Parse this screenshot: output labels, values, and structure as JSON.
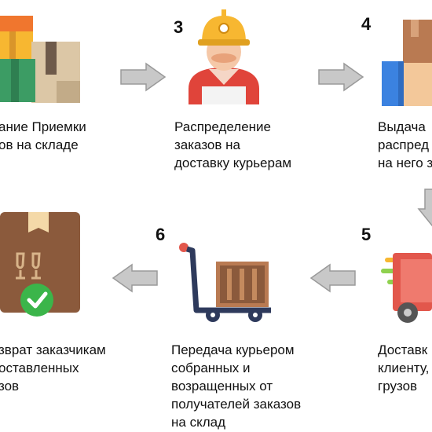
{
  "steps": [
    {
      "number": "",
      "lines": [
        "ание Приемки",
        "ов на складе"
      ],
      "icon": "boxes-stack-icon"
    },
    {
      "number": "3",
      "lines": [
        "Распределение",
        "заказов на",
        "доставку курьерам"
      ],
      "icon": "courier-worker-icon"
    },
    {
      "number": "4",
      "lines": [
        "Выдача",
        "распред",
        "на него з"
      ],
      "icon": "handover-box-icon"
    },
    {
      "number": "5",
      "lines": [
        "Доставк",
        "клиенту,",
        "грузов"
      ],
      "icon": "delivery-truck-icon"
    },
    {
      "number": "6",
      "lines": [
        "Передача курьером",
        "собранных и",
        "возращенных от",
        "получателей заказов",
        "на склад"
      ],
      "icon": "hand-cart-icon"
    },
    {
      "number": "",
      "lines": [
        "зврат заказчикам",
        "оставленных",
        "зов"
      ],
      "icon": "approved-parcel-icon"
    }
  ],
  "colors": {
    "arrow": "#c8c8c8",
    "arrow_stroke": "#9a9a9a",
    "box_brown": "#8b5a3c",
    "helmet_yellow": "#f7b731",
    "courier_red": "#e0443a",
    "check_green": "#3bb54a",
    "truck_red": "#e2574c",
    "cart_navy": "#2e3a5c"
  }
}
